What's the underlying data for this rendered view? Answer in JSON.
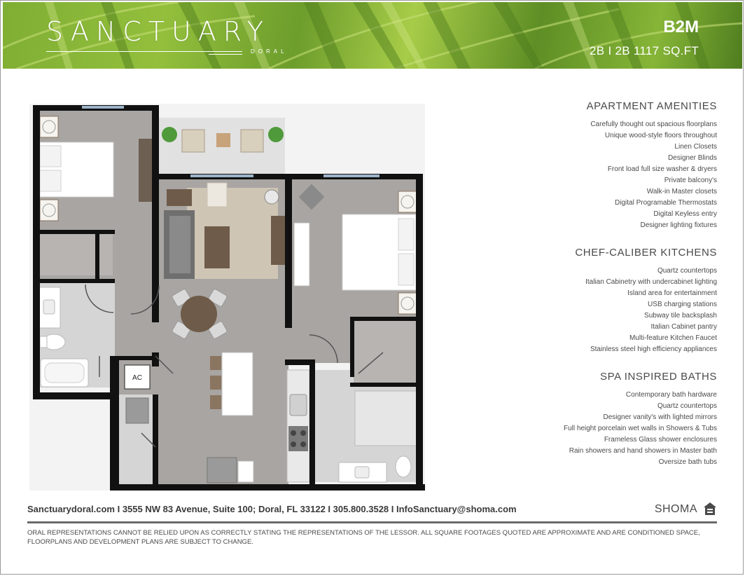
{
  "header": {
    "brand_name": "SANCTUARY",
    "brand_sub": "DORAL",
    "unit_code": "B2M",
    "unit_size": "2B I 2B 1117 SQ.FT"
  },
  "floorplan": {
    "ac_label": "AC"
  },
  "amenities": [
    {
      "heading": "APARTMENT AMENITIES",
      "items": [
        "Carefully thought out spacious floorplans",
        "Unique wood-style floors throughout",
        "Linen Closets",
        "Designer Blinds",
        "Front load full size washer & dryers",
        "Private balcony's",
        "Walk-in Master closets",
        "Digital Programable Thermostats",
        "Digital Keyless entry",
        "Designer lighting fixtures"
      ]
    },
    {
      "heading": "CHEF-CALIBER KITCHENS",
      "items": [
        "Quartz countertops",
        "Italian Cabinetry with undercabinet lighting",
        "Island area for entertainment",
        "USB charging stations",
        "Subway tile backsplash",
        "Italian Cabinet pantry",
        "Multi-feature Kitchen Faucet",
        "Stainless steel high efficiency appliances"
      ]
    },
    {
      "heading": "SPA INSPIRED BATHS",
      "items": [
        "Contemporary bath hardware",
        "Quartz countertops",
        "Designer vanity's with lighted mirrors",
        "Full height porcelain wet walls in Showers & Tubs",
        "Frameless Glass shower enclosures",
        "Rain showers and hand showers in Master bath",
        "Oversize bath tubs"
      ]
    }
  ],
  "footer": {
    "contact": "Sanctuarydoral.com I 3555 NW 83 Avenue, Suite 100; Doral, FL 33122 I 305.800.3528 I InfoSanctuary@shoma.com",
    "brand": "SHOMA",
    "disclaimer": "ORAL REPRESENTATIONS CANNOT BE RELIED UPON AS CORRECTLY STATING THE REPRESENTATIONS OF THE LESSOR. ALL SQUARE FOOTAGES QUOTED ARE APPROXIMATE AND ARE CONDITIONED SPACE, FLOORPLANS AND DEVELOPMENT PLANS ARE SUBJECT TO CHANGE."
  },
  "icons": {
    "equal_housing": "equal-housing-icon"
  },
  "colors": {
    "header_green": "#86b537",
    "floor_gray": "#a7a4a1",
    "wall": "#111111",
    "text": "#4a4a4a"
  }
}
